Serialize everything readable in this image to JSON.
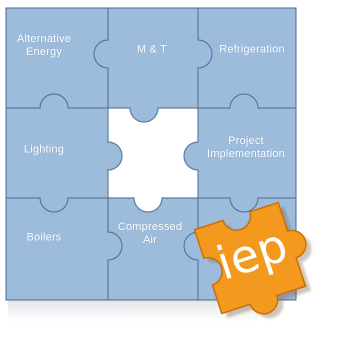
{
  "puzzle": {
    "pieces": [
      {
        "id": "alternative-energy",
        "label": "Alternative\nEnergy"
      },
      {
        "id": "m-and-t",
        "label": "M & T"
      },
      {
        "id": "refrigeration",
        "label": "Refrigeration"
      },
      {
        "id": "lighting",
        "label": "Lighting"
      },
      {
        "id": "project-implementation",
        "label": "Project\nImplementation"
      },
      {
        "id": "boilers",
        "label": "Boilers"
      },
      {
        "id": "compressed-air",
        "label": "Compressed\nAir"
      }
    ],
    "missing_piece": "center",
    "featured_piece": {
      "label": "iep"
    }
  },
  "colors": {
    "piece_fill": "#9dbbdb",
    "piece_line": "#3f5f86",
    "featured_fill": "#f39a1e",
    "featured_line": "#c86f0b",
    "background": "#ffffff"
  }
}
